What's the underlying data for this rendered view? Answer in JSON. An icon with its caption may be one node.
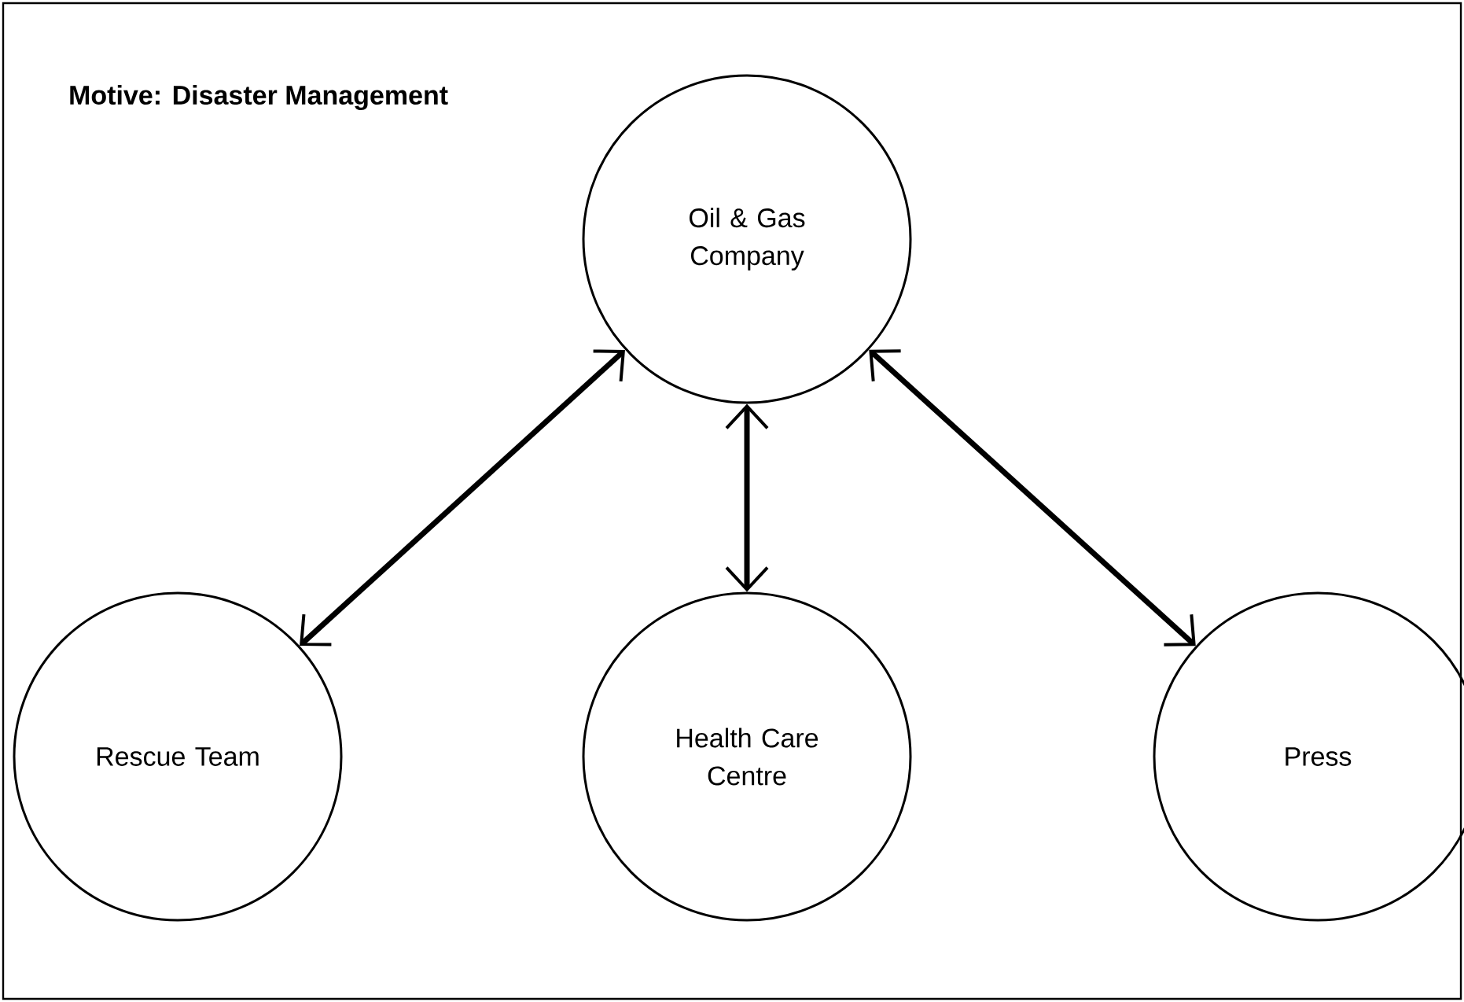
{
  "diagram": {
    "title": "Motive: Disaster Management",
    "nodes": [
      {
        "text": [
          "Oil & Gas Company"
        ]
      },
      {
        "text": [
          "Rescue Team"
        ]
      },
      {
        "text": [
          "Health Care Centre"
        ]
      },
      {
        "text": [
          "Press"
        ]
      }
    ],
    "edges": [
      {
        "from": 0,
        "to": 1,
        "arrow": "both"
      },
      {
        "from": 0,
        "to": 2,
        "arrow": "both"
      },
      {
        "from": 0,
        "to": 3,
        "arrow": "both"
      }
    ]
  }
}
